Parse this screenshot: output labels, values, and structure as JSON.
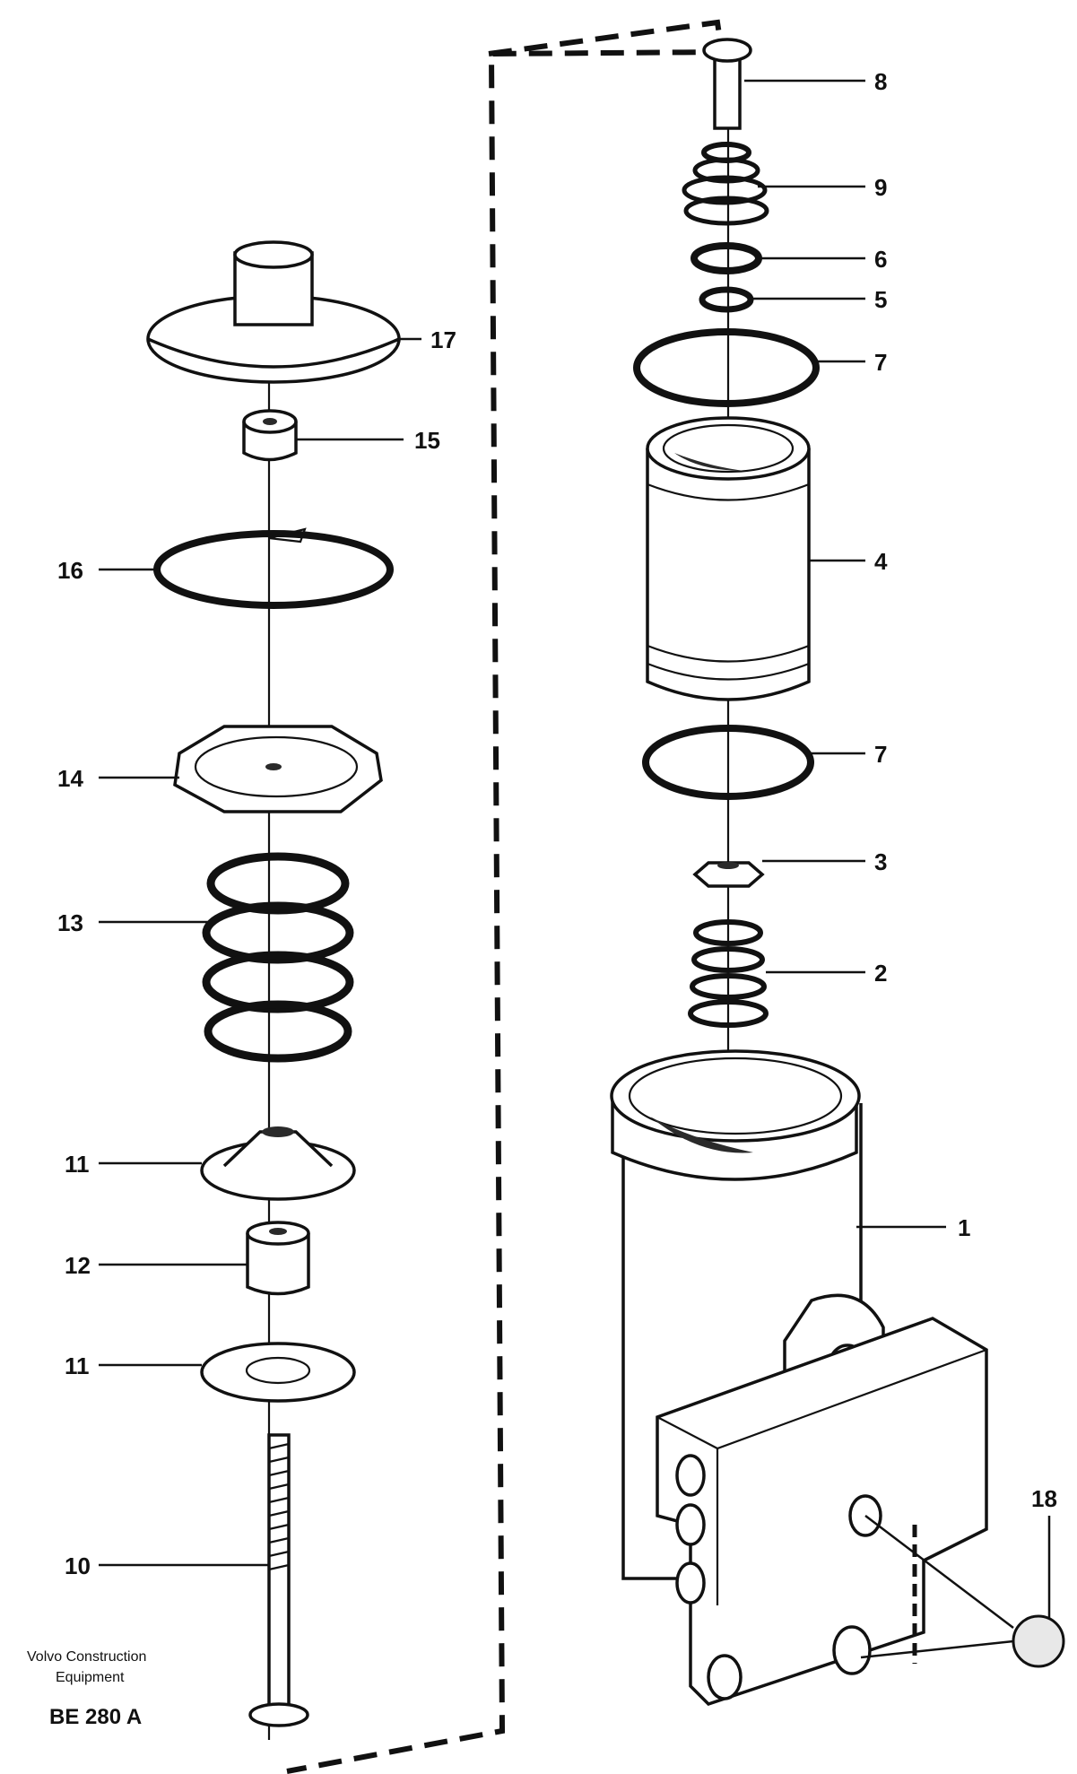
{
  "labels": {
    "p1": "1",
    "p2": "2",
    "p3": "3",
    "p4": "4",
    "p5": "5",
    "p6": "6",
    "p7a": "7",
    "p7b": "7",
    "p8": "8",
    "p9": "9",
    "p10": "10",
    "p11a": "11",
    "p11b": "11",
    "p12": "12",
    "p13": "13",
    "p14": "14",
    "p15": "15",
    "p16": "16",
    "p17": "17",
    "p18": "18"
  },
  "footer": {
    "company_line1": "Volvo Construction",
    "company_line2": "Equipment",
    "drawing_code": "BE 280 A"
  }
}
